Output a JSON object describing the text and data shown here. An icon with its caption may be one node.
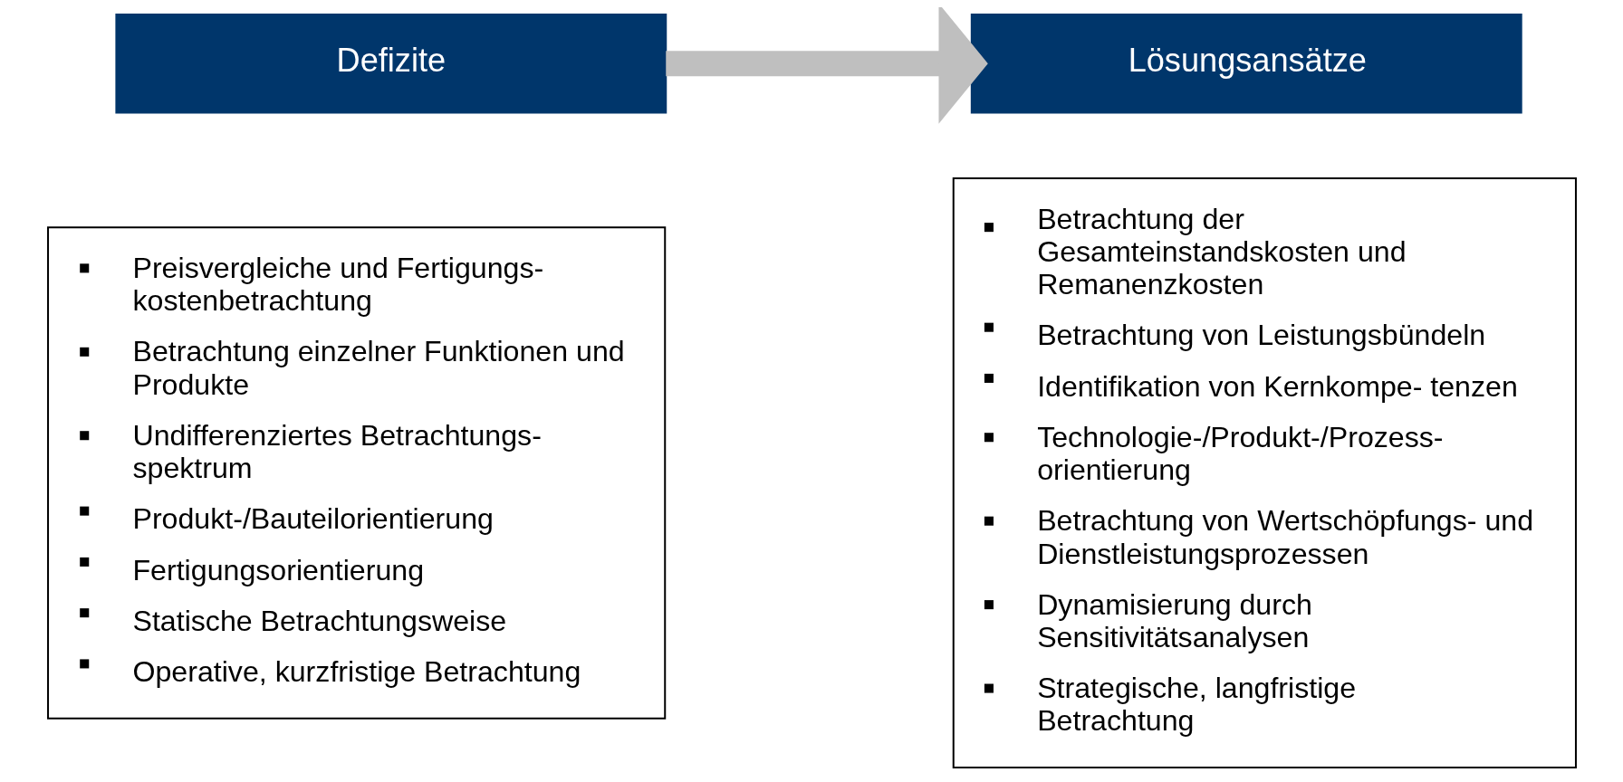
{
  "diagram": {
    "nodes": [
      {
        "text": [
          "Defizite"
        ]
      },
      {
        "text": [
          "Lösungsansätze"
        ]
      },
      {
        "text": [
          "Preisvergleiche und Fertigungs- kostenbetrachtung",
          "Betrachtung einzelner Funktionen und Produkte",
          "Undifferenziertes Betrachtungs- spektrum",
          "Produkt-/Bauteilorientierung",
          "Fertigungsorientierung",
          "Statische Betrachtungsweise",
          "Operative, kurzfristige Betrachtung"
        ]
      },
      {
        "text": [
          "Betrachtung der Gesamteinstandskosten und Remanenzkosten",
          "Betrachtung von Leistungsbündeln",
          "Identifikation von Kernkompe- tenzen",
          "Technologie-/Produkt-/Prozess- orientierung",
          "Betrachtung von Wertschöpfungs- und Dienstleistungsprozessen",
          "Dynamisierung durch Sensitivitätsanalysen",
          "Strategische, langfristige Betrachtung"
        ]
      }
    ],
    "edges": [
      {
        "from": 0,
        "to": 1,
        "arrow": "to",
        "color": "#bfbfbf"
      }
    ]
  }
}
